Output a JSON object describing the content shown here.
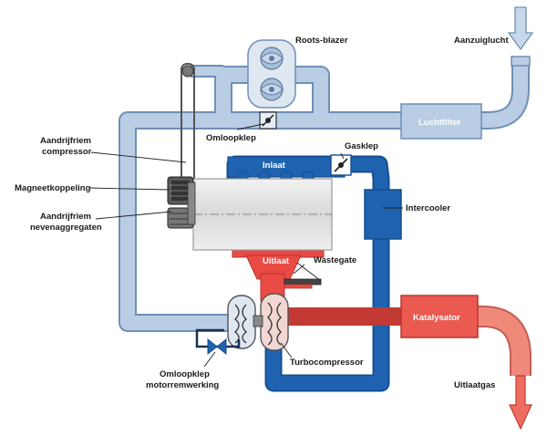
{
  "labels": {
    "roots_blazer": "Roots-blazer",
    "aanzuiglucht": "Aanzuiglucht",
    "luchtfilter": "Luchtfilter",
    "omloopklep": "Omloopklep",
    "aandrijfriem_compressor_1": "Aandrijfriem",
    "aandrijfriem_compressor_2": "compressor",
    "gasklep": "Gasklep",
    "inlaat": "Inlaat",
    "magneetkoppeling": "Magneetkoppeling",
    "intercooler": "Intercooler",
    "aandrijfriem_neven_1": "Aandrijfriem",
    "aandrijfriem_neven_2": "nevenaggregaten",
    "uitlaat": "Uitlaat",
    "wastegate": "Wastegate",
    "katalysator": "Katalysator",
    "turbocompressor": "Turbocompressor",
    "omloopklep_motor_1": "Omloopklep",
    "omloopklep_motor_2": "motorremwerking",
    "uitlaatgas": "Uitlaatgas"
  },
  "colors": {
    "intake_light": "#b9cde4",
    "intake_edge": "#6f8fb5",
    "pressure_dark": "#1f63b0",
    "exhaust_red": "#ea4a44",
    "exhaust_light": "#ee8476",
    "engine_grey": "#e2e2e2"
  }
}
